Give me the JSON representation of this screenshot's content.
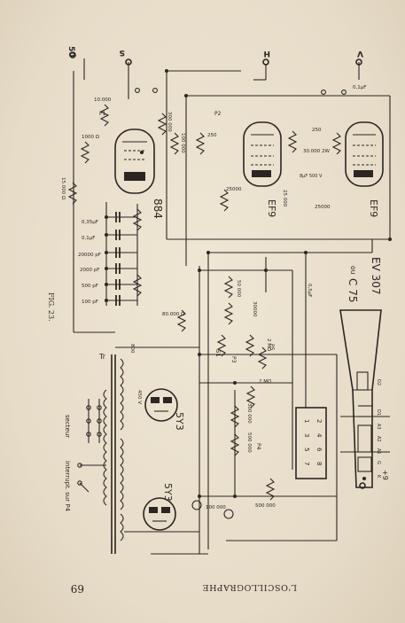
{
  "page_number": "69",
  "running_title": "L'OSCILLOGRAPHE",
  "figure_label": "FIG. 23.",
  "terminals": {
    "t50": "50",
    "s": "S",
    "h": "H",
    "v": "V",
    "plus9": "+9"
  },
  "tubes": {
    "t884": "884",
    "ef9_left": "EF9",
    "ef9_right": "EF9",
    "crt_line1": "EV 307",
    "crt_or": "ou",
    "crt_line2": "C 75",
    "y3_top": "5Y3",
    "y3_bottom": "5Y3"
  },
  "switches": {
    "secteur": "secteur",
    "interrupt": "interrupt. sur P4"
  },
  "components": {
    "r10000": "10.000",
    "r15000": "15.000 Ω",
    "r1000": "1000 Ω",
    "p1": "P1",
    "r100k": "100 000",
    "r300k": "300 000",
    "c035": "0,35μF",
    "c01": "0,1μF",
    "c20000": "20000 pF",
    "c2000": "2000 pF",
    "c500": "500 pF",
    "c100": "100 pF",
    "r25000a": "25000",
    "r25000b": "25000",
    "r25000c": "25 000",
    "r50000": "50 000",
    "r80000": "80.000 Ω",
    "r30000": "30000",
    "c8uf": "8μF 500 V",
    "r30000_2w": "30.000 2W",
    "r250a": "250",
    "r250b": "250",
    "r2mo": "2 MΩ",
    "r2mo_b": "2 MΩ",
    "r300_000": "300 000",
    "r500000": "500 000",
    "r500000b": "500 000",
    "r100000": "100 000",
    "c450v": "450 V",
    "c0_1uf": "0,1μF",
    "c0_5uf": "0,5μF",
    "s1": "S1",
    "tr": "Tr",
    "p2": "P2",
    "p3": "P3",
    "p4": "P4",
    "p5": "P5",
    "m800": "800"
  },
  "socket_pins": [
    "1",
    "2",
    "3",
    "4",
    "5",
    "6",
    "7",
    "8"
  ],
  "crt_pins": [
    "D2",
    "D1",
    "A3",
    "A2",
    "A1",
    "G",
    "K"
  ]
}
